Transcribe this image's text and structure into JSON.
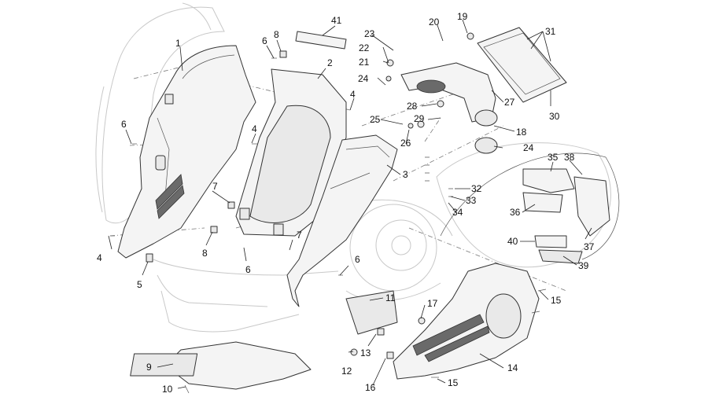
{
  "callouts": {
    "c1": "1",
    "c2": "2",
    "c3": "3",
    "c4a": "4",
    "c4b": "4",
    "c4c": "4",
    "c5": "5",
    "c6a": "6",
    "c6b": "6",
    "c6c": "6",
    "c6d": "6",
    "c7a": "7",
    "c7b": "7",
    "c8a": "8",
    "c8b": "8",
    "c9": "9",
    "c10": "10",
    "c11": "11",
    "c12": "12",
    "c13": "13",
    "c14": "14",
    "c15a": "15",
    "c15b": "15",
    "c16": "16",
    "c17": "17",
    "c18": "18",
    "c19": "19",
    "c20": "20",
    "c21": "21",
    "c22": "22",
    "c23": "23",
    "c24a": "24",
    "c24b": "24",
    "c25": "25",
    "c26": "26",
    "c27": "27",
    "c28": "28",
    "c29": "29",
    "c30": "30",
    "c31": "31",
    "c32": "32",
    "c33": "33",
    "c34": "34",
    "c35": "35",
    "c36": "36",
    "c37": "37",
    "c38": "38",
    "c39": "39",
    "c40": "40",
    "c41": "41"
  },
  "colors": {
    "line": "#333333",
    "fill": "#f4f4f4",
    "ghost": "#c8c8c8"
  }
}
